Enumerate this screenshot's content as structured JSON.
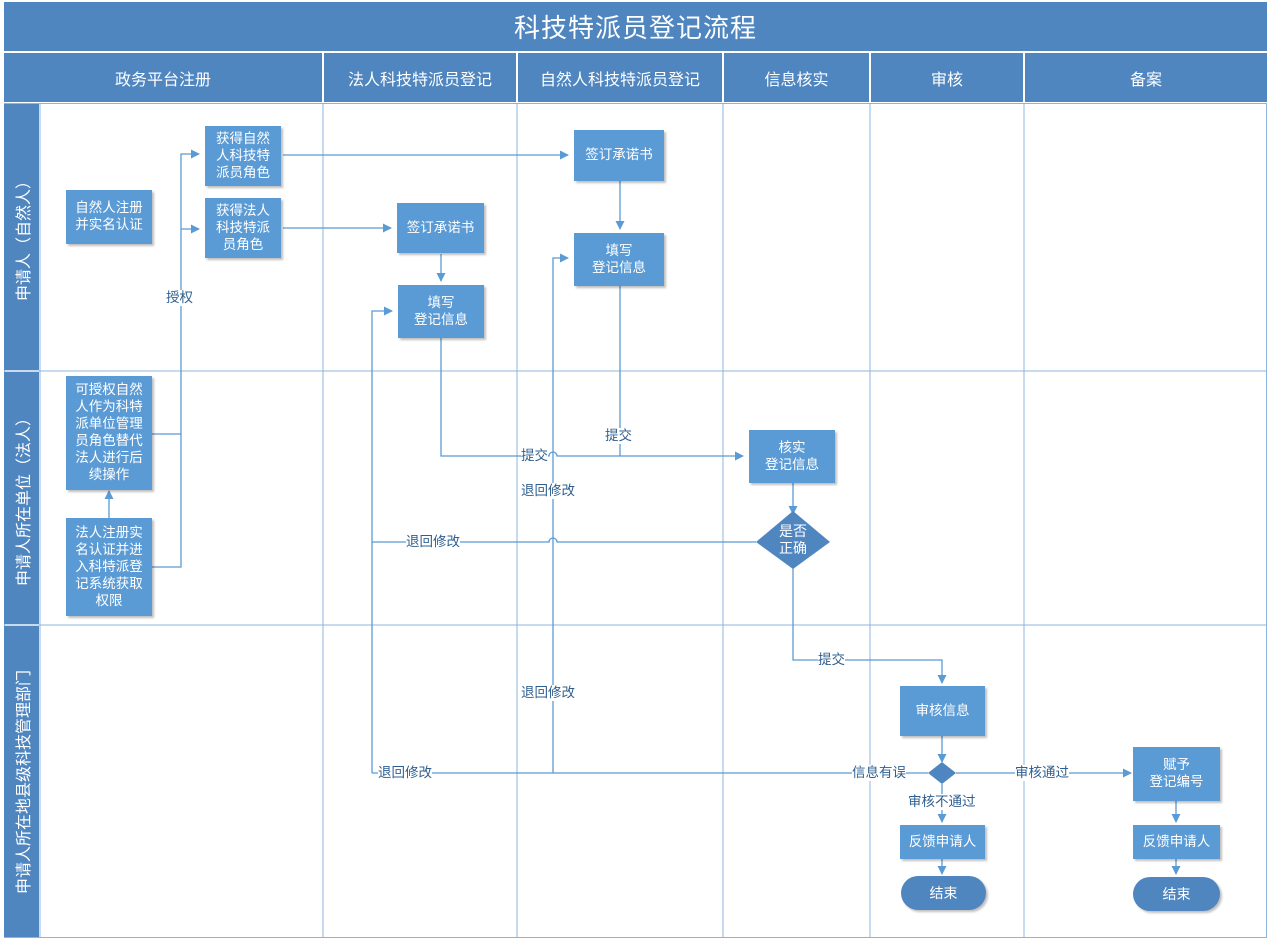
{
  "title": "科技特派员登记流程",
  "columns": [
    "政务平台注册",
    "法人科技特派员登记",
    "自然人科技特派员登记",
    "信息核实",
    "审核",
    "备案"
  ],
  "lanes": [
    "申请人（自然人）",
    "申请人所在单位（法人）",
    "申请人所在地县级科技管理部门"
  ],
  "nodes": {
    "natural_register": "自然人注册\n并实名认证",
    "natural_role": "获得自然\n人科技特\n派员角色",
    "legal_role": "获得法人\n科技特派\n员角色",
    "sign_legal": "签订承诺书",
    "fill_legal": "填写\n登记信息",
    "sign_natural": "签订承诺书",
    "fill_natural": "填写\n登记信息",
    "authorize_note": "可授权自然\n人作为科特\n派单位管理\n员角色替代\n法人进行后\n续操作",
    "legal_register": "法人注册实\n名认证并进\n入科特派登\n记系统获取\n权限",
    "verify": "核实\n登记信息",
    "is_correct": "是否\n正确",
    "review": "审核信息",
    "assign_number": "赋予\n登记编号",
    "feedback_left": "反馈申请人",
    "feedback_right": "反馈申请人",
    "end_left": "结束",
    "end_right": "结束"
  },
  "edge_labels": {
    "authorize": "授权",
    "submit_legal": "提交",
    "submit_natural": "提交",
    "return_natural_1": "退回修改",
    "return_verify": "退回修改",
    "submit_review": "提交",
    "return_natural_2": "退回修改",
    "return_review": "退回修改",
    "info_error": "信息有误",
    "review_fail": "审核不通过",
    "review_pass": "审核通过"
  },
  "colors": {
    "header": "#4f86c0",
    "box": "#5b9bd5",
    "line": "#5b9bd5",
    "grid": "#8fb4dc",
    "label": "#2f5f8f"
  }
}
